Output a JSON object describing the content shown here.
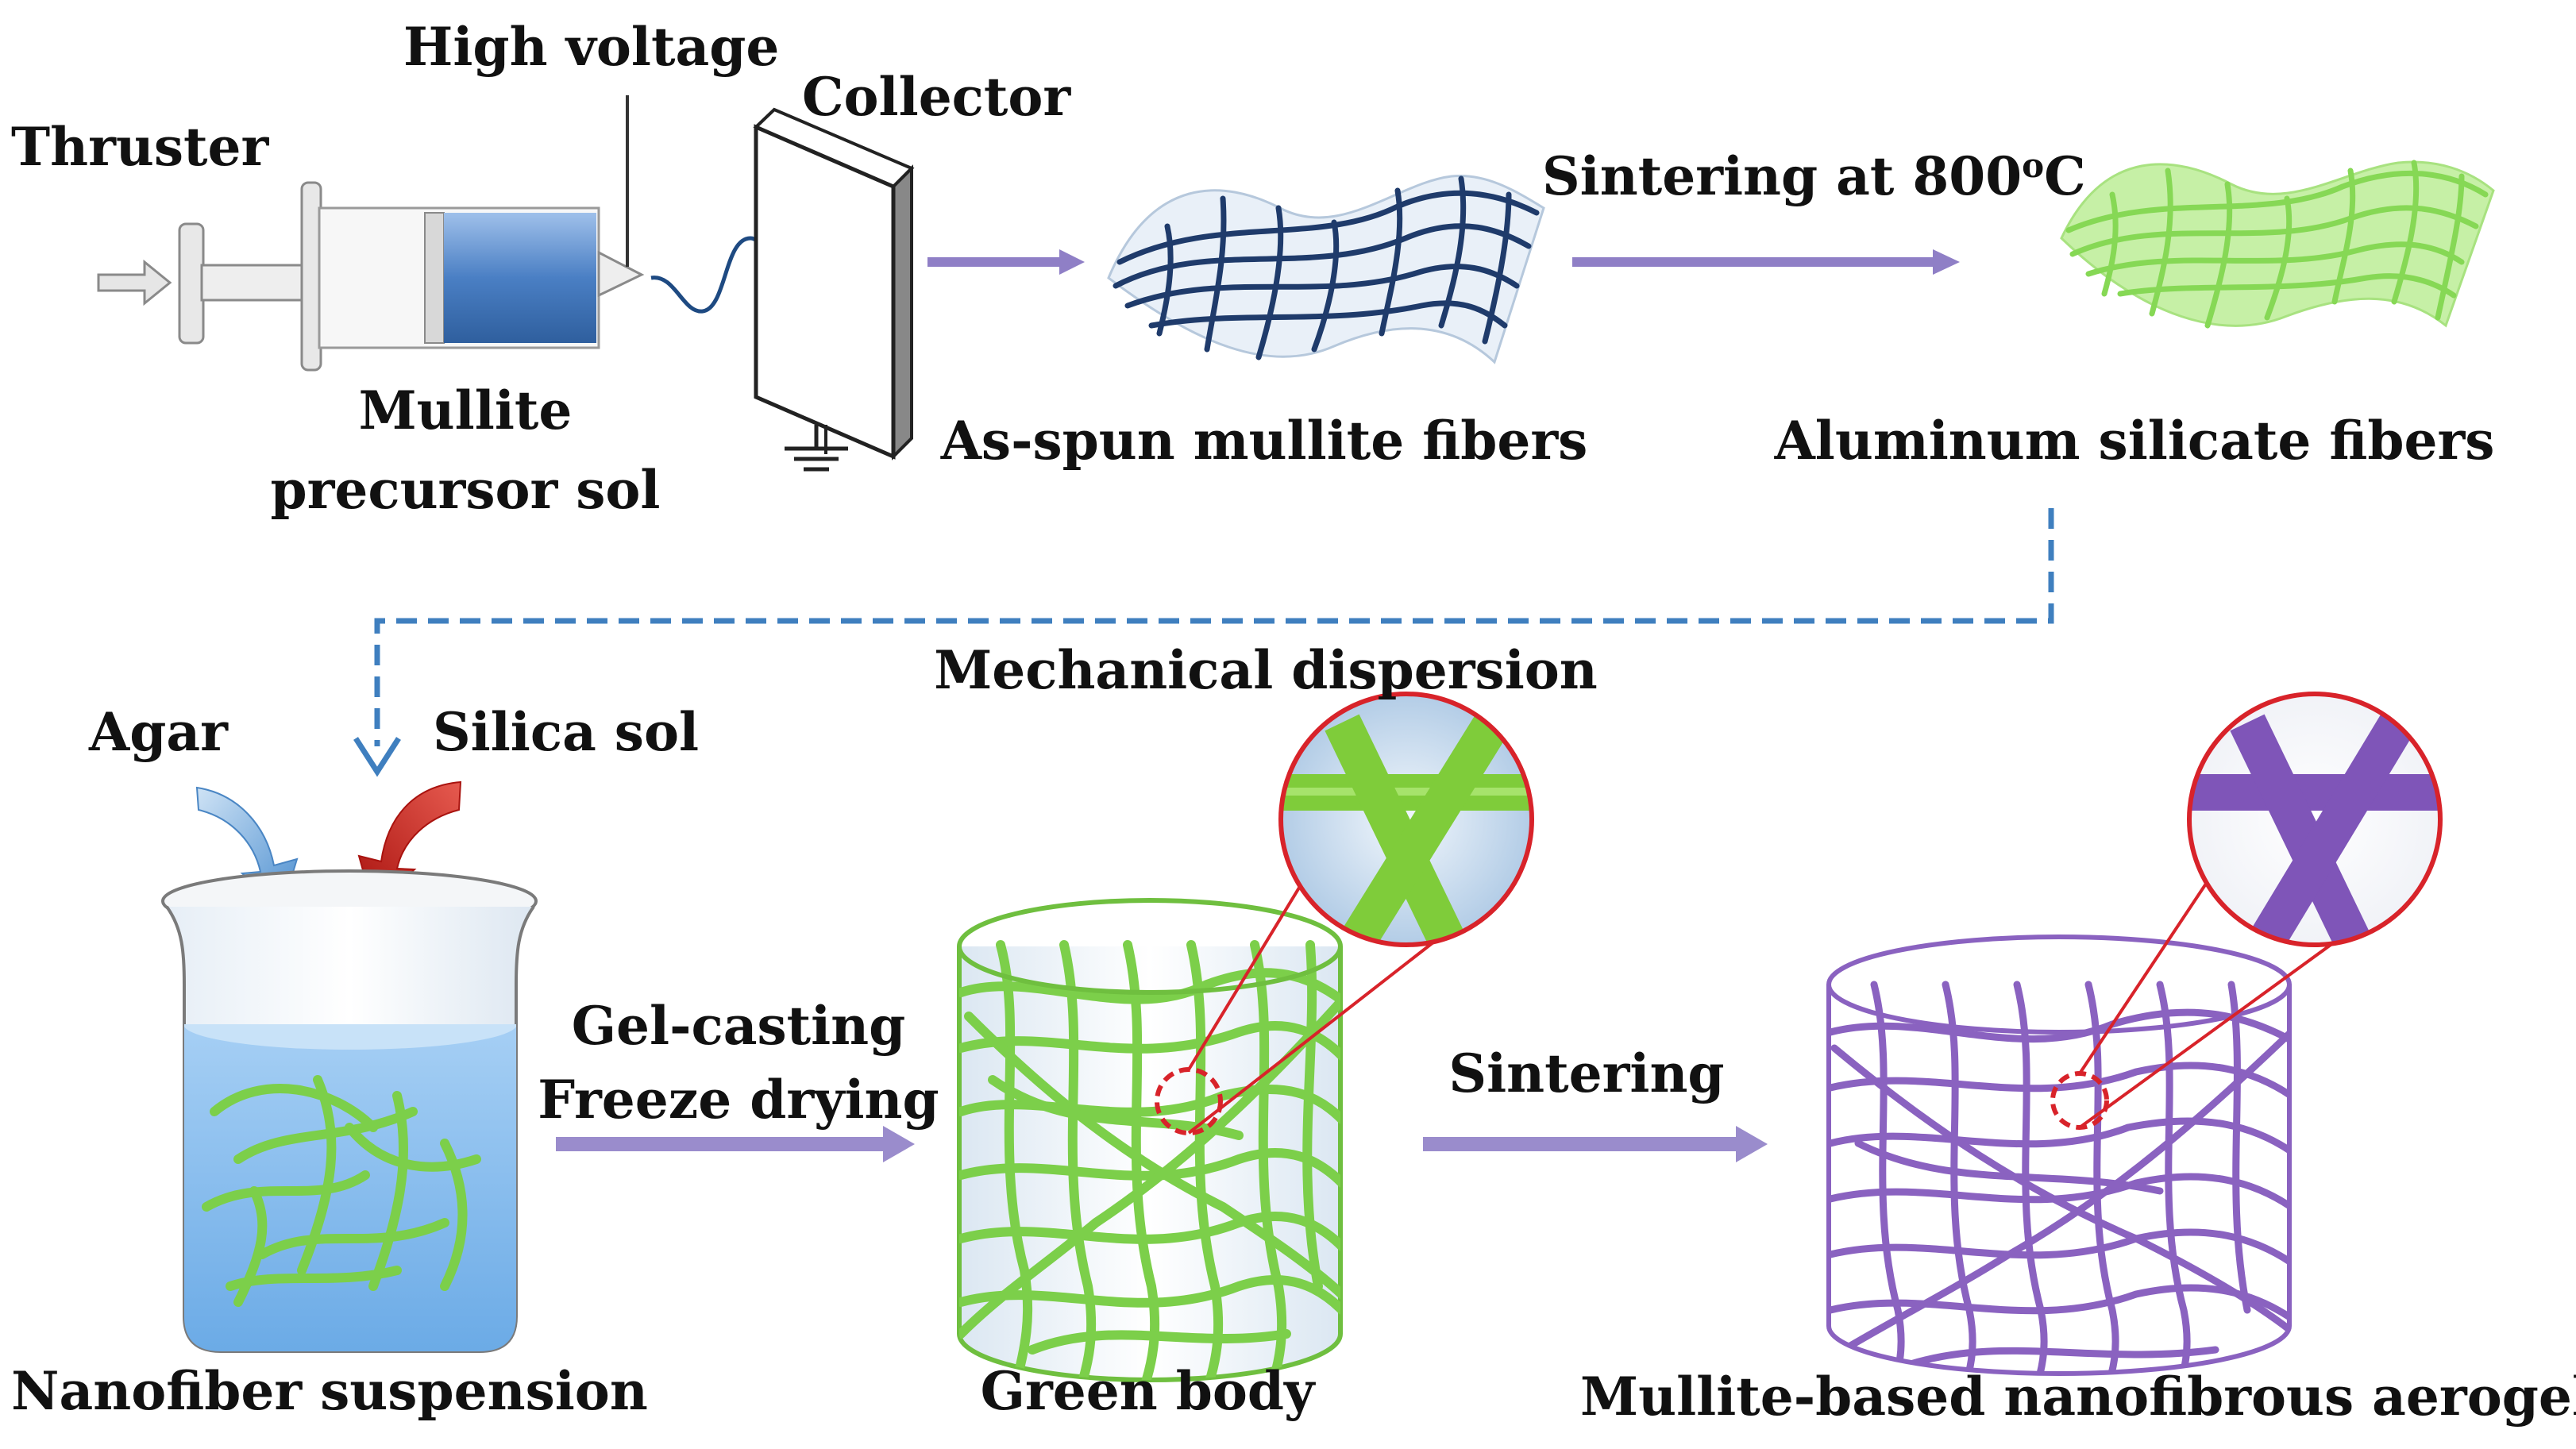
{
  "labels": {
    "thruster": "Thruster",
    "high_voltage": "High voltage",
    "collector": "Collector",
    "mullite_line1": "Mullite",
    "mullite_line2": "precursor sol",
    "as_spun": "As-spun mullite fibers",
    "sintering_temp_text": "Sintering at 800",
    "sintering_temp_deg": "o",
    "sintering_temp_unit": "C",
    "aluminum": "Aluminum silicate fibers",
    "mechanical": "Mechanical dispersion",
    "agar": "Agar",
    "silica": "Silica sol",
    "gel_casting": "Gel-casting",
    "freeze_drying": "Freeze drying",
    "sintering": "Sintering",
    "nanofiber": "Nanofiber suspension",
    "green_body": "Green body",
    "aerogel": "Mullite-based nanofibrous aerogel"
  },
  "colors": {
    "arrow_purple": "#8f7fc6",
    "dashed_blue": "#3f7fbf",
    "syringe_blue": "#4a7fc4",
    "as_spun_mesh": "#1f3b6b",
    "green_fiber": "#7ccf4a",
    "purple_fiber": "#8a62c0",
    "red_circle": "#d8232a",
    "agar_arrow": "#6aa2d6",
    "silica_arrow": "#c0201e",
    "liquid_blue": "#8ec1ef"
  }
}
